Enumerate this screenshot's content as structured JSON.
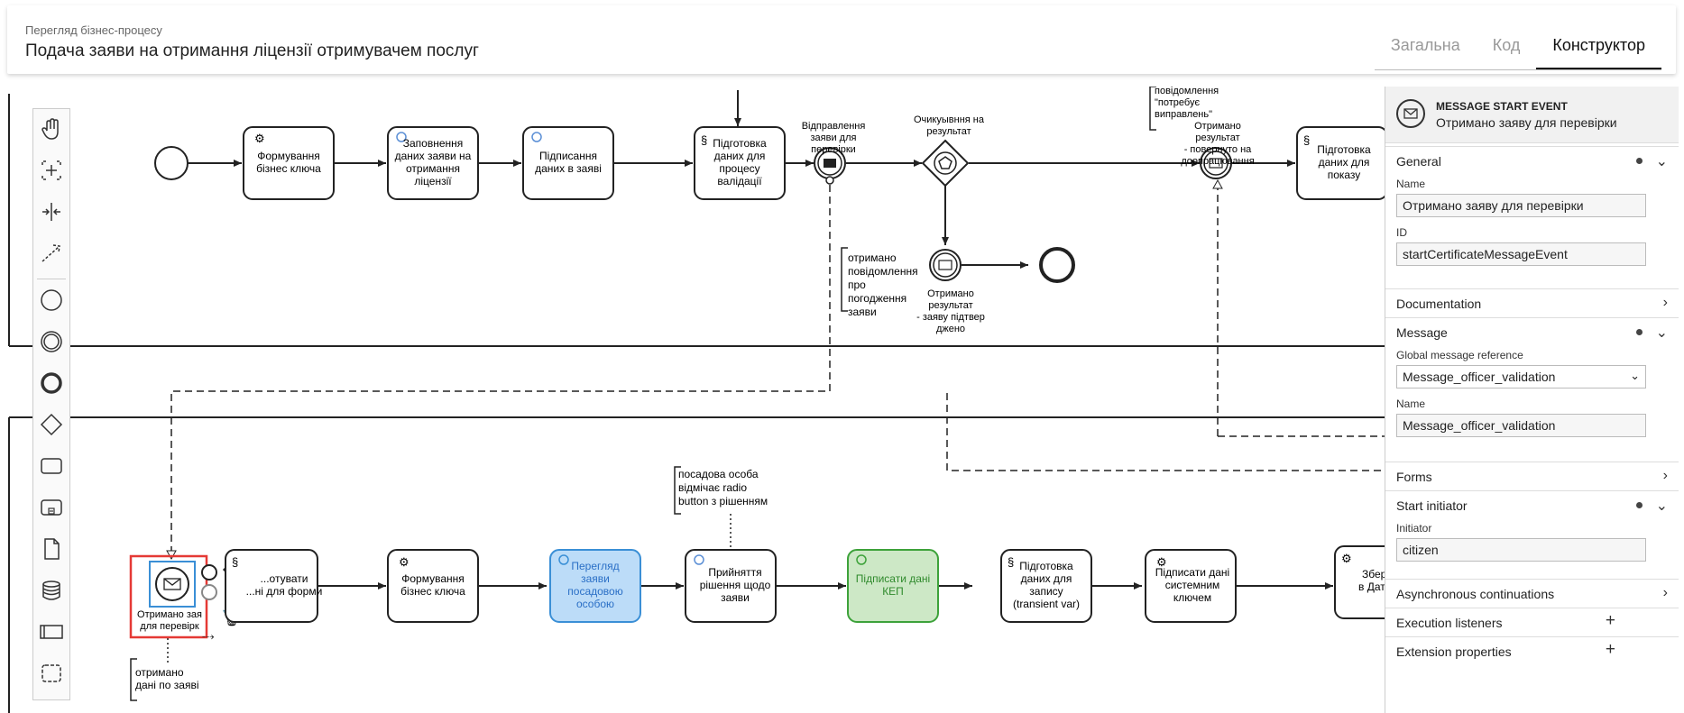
{
  "header": {
    "subtitle": "Перегляд бізнес-процесу",
    "title": "Подача заяви на отримання ліцензії отримувачем послуг",
    "tabs": [
      "Загальна",
      "Код",
      "Конструктор"
    ],
    "active_tab": "Конструктор"
  },
  "diagram": {
    "top_lane": {
      "tasks": {
        "t1": [
          "Формування",
          "бізнес ключа"
        ],
        "t2": [
          "Заповнення",
          "даних заяви на",
          "отримання",
          "ліцензії"
        ],
        "t3": [
          "Підписання",
          "даних в заяві"
        ],
        "t4": [
          "Підготовка",
          "даних для",
          "процесу",
          "валідації"
        ],
        "t5": [
          "Підготовка",
          "даних для",
          "показу"
        ]
      },
      "send_event_label": [
        "Відправлення",
        "заяви для",
        "перевірки"
      ],
      "gateway_label": [
        "Очикуывння на",
        "результат"
      ],
      "received_fix_label": [
        "Отримано",
        "результат",
        "- повернуто на",
        "доопрацювання"
      ],
      "received_ok_label": [
        "Отримано",
        "результат",
        "- заяву підтвер",
        "джено"
      ],
      "annotation_top": [
        "повідомлення",
        "\"потребує",
        "виправлень\""
      ],
      "annotation_agreement": [
        "отримано",
        "повідомлення",
        "про",
        "погодження",
        "заяви"
      ]
    },
    "bottom_lane": {
      "start_label": [
        "Отримано зая",
        "для перевірк"
      ],
      "tasks": {
        "b1": [
          "...отувати",
          "...ні для форми"
        ],
        "b2": [
          "Формування",
          "бізнес ключа"
        ],
        "b3": [
          "Перегляд",
          "заяви",
          "посадовою",
          "особою"
        ],
        "b4": [
          "Прийняття",
          "рішення щодо",
          "заяви"
        ],
        "b5": [
          "Підписати дані",
          "КЕП"
        ],
        "b6": [
          "Підготовка",
          "даних для",
          "запису",
          "(transient var)"
        ],
        "b7": [
          "Підписати дані",
          "системним",
          "ключем"
        ],
        "b8": [
          "Зберегти",
          "в Дата ф..."
        ]
      },
      "annotation_official": [
        "посадова особа",
        "відмічає radio",
        "button з рішенням"
      ],
      "annotation_received": [
        "отримано",
        "дані по заяві"
      ]
    }
  },
  "palette": {
    "tools": [
      "hand-tool",
      "lasso-tool",
      "space-tool",
      "connect-tool",
      "start-event",
      "intermediate-event",
      "end-event",
      "gateway",
      "task",
      "subprocess",
      "data-object",
      "data-store",
      "pool",
      "group"
    ]
  },
  "properties": {
    "element_type": "MESSAGE START EVENT",
    "element_name": "Отримано заяву для перевірки",
    "groups": {
      "general": {
        "title": "General",
        "name_label": "Name",
        "name_value": "Отримано заяву для перевірки",
        "id_label": "ID",
        "id_value": "startCertificateMessageEvent"
      },
      "documentation": {
        "title": "Documentation"
      },
      "message": {
        "title": "Message",
        "ref_label": "Global message reference",
        "ref_value": "Message_officer_validation",
        "name_label": "Name",
        "name_value": "Message_officer_validation"
      },
      "forms": {
        "title": "Forms"
      },
      "start_initiator": {
        "title": "Start initiator",
        "initiator_label": "Initiator",
        "initiator_value": "citizen"
      },
      "async": {
        "title": "Asynchronous continuations"
      },
      "execution_listeners": {
        "title": "Execution listeners"
      },
      "extension_properties": {
        "title": "Extension properties"
      }
    }
  }
}
